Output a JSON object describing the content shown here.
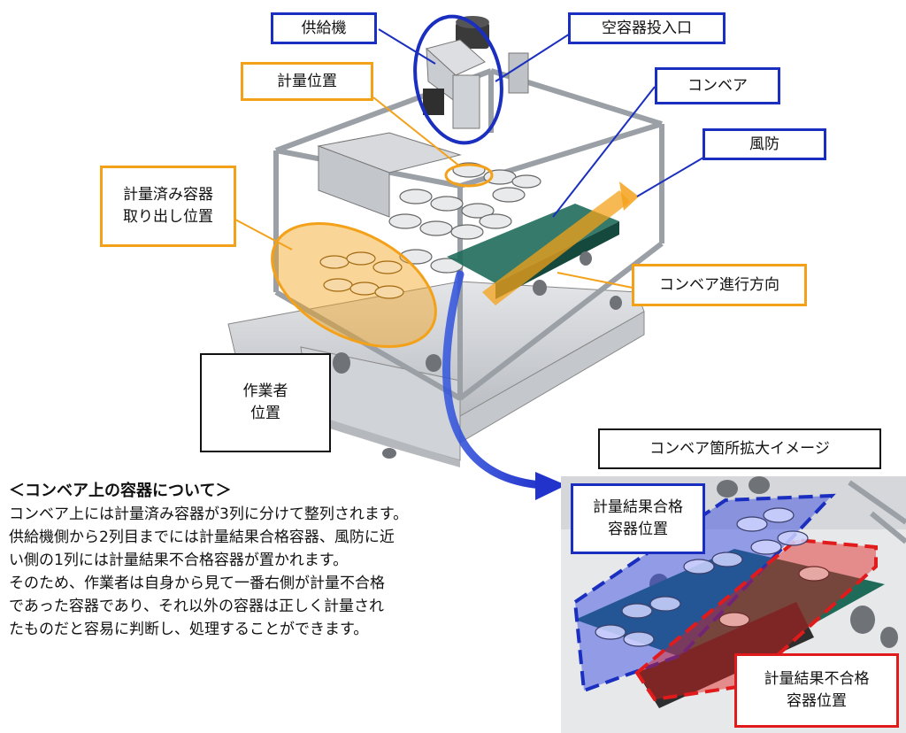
{
  "labels": {
    "feeder": "供給機",
    "empty_inlet": "空容器投入口",
    "weigh_position": "計量位置",
    "conveyor": "コンベア",
    "windshield": "風防",
    "weighed_out": "計量済み容器\n取り出し位置",
    "conveyor_direction": "コンベア進行方向",
    "operator": "作業者\n位置",
    "zoom_title": "コンベア箇所拡大イメージ",
    "pass_position": "計量結果合格\n容器位置",
    "fail_position": "計量結果不合格\n容器位置"
  },
  "explanation": {
    "heading": "＜コンベア上の容器について＞",
    "body": "コンベア上には計量済み容器が3列に分けて整列されます。\n供給機側から2列目までには計量結果合格容器、風防に近\nい側の1列には計量結果不合格容器が置かれます。\nそのため、作業者は自身から見て一番右側が計量不合格\nであった容器であり、それ以外の容器は正しく計量され\nたものだと容易に判断し、処理することができます。"
  },
  "colors": {
    "blue": "#1a2fbf",
    "orange": "#f4a11a",
    "red": "#e11b1b",
    "conveyor_belt": "#1f6b5a",
    "frame": "#c9ccd1"
  }
}
